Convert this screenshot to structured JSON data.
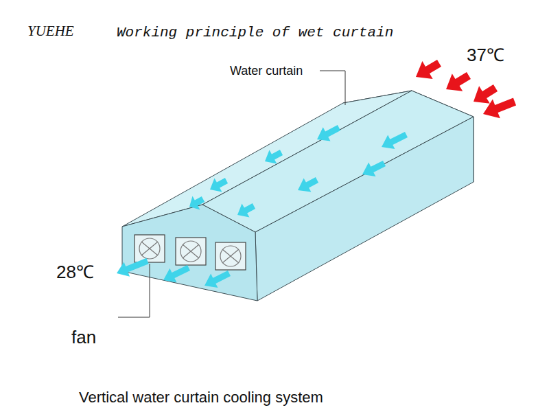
{
  "diagram": {
    "title": "Working principle of wet curtain",
    "caption": "Vertical water curtain cooling system",
    "labels": [
      "YUEHE",
      "37℃",
      "Water curtain",
      "28℃",
      "fan"
    ]
  }
}
